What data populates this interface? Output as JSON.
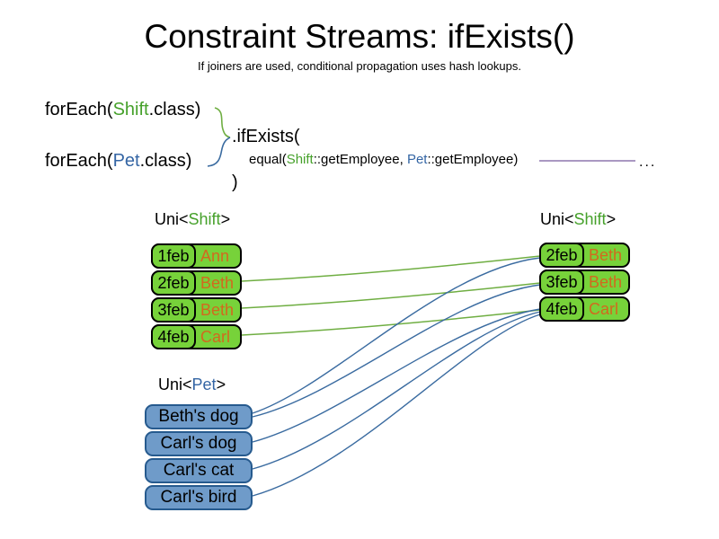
{
  "slide": {
    "title": "Constraint Streams: ifExists()",
    "subtitle": "If joiners are used, conditional propagation uses hash lookups."
  },
  "code": {
    "foreach_shift": {
      "prefix": "forEach(",
      "type": "Shift",
      "suffix": ".class)"
    },
    "foreach_pet": {
      "prefix": "forEach(",
      "type": "Pet",
      "suffix": ".class)"
    },
    "if_exists": ".ifExists(",
    "joiner": {
      "prefix": "equal(",
      "left_type": "Shift",
      "left_rest": "::getEmployee, ",
      "right_type": "Pet",
      "right_rest": "::getEmployee)"
    },
    "close_paren": ")",
    "ellipsis": "..."
  },
  "tables": {
    "left_shift": {
      "label": {
        "prefix": "Uni<",
        "type": "Shift",
        "suffix": ">"
      },
      "rows": [
        {
          "date": "1feb",
          "employee": "Ann"
        },
        {
          "date": "2feb",
          "employee": "Beth"
        },
        {
          "date": "3feb",
          "employee": "Beth"
        },
        {
          "date": "4feb",
          "employee": "Carl"
        }
      ]
    },
    "right_shift": {
      "label": {
        "prefix": "Uni<",
        "type": "Shift",
        "suffix": ">"
      },
      "rows": [
        {
          "date": "2feb",
          "employee": "Beth"
        },
        {
          "date": "3feb",
          "employee": "Beth"
        },
        {
          "date": "4feb",
          "employee": "Carl"
        }
      ]
    },
    "pets": {
      "label": {
        "prefix": "Uni<",
        "type": "Pet",
        "suffix": ">"
      },
      "rows": [
        "Beth's dog",
        "Carl's dog",
        "Carl's cat",
        "Carl's bird"
      ]
    }
  },
  "wires": {
    "green_shift_to_shift": [
      {
        "from": "2feb Beth",
        "to": "2feb Beth"
      },
      {
        "from": "3feb Beth",
        "to": "3feb Beth"
      },
      {
        "from": "4feb Carl",
        "to": "4feb Carl"
      }
    ],
    "blue_pet_to_shift": [
      {
        "from": "Beth's dog",
        "to": "2feb Beth"
      },
      {
        "from": "Beth's dog",
        "to": "3feb Beth"
      },
      {
        "from": "Carl's dog",
        "to": "4feb Carl"
      },
      {
        "from": "Carl's cat",
        "to": "4feb Carl"
      },
      {
        "from": "Carl's bird",
        "to": "4feb Carl"
      }
    ]
  },
  "colors": {
    "shift_green_fill": "#77d23a",
    "shift_type_green": "#46a12b",
    "employee_orange": "#d2691e",
    "pet_blue_fill": "#6f9bc9",
    "pet_border_blue": "#265a8e",
    "pet_type_blue": "#3465a4",
    "note_red": "#b22222",
    "green_wire": "#6fae42",
    "blue_wire": "#3a6ba0",
    "joiner_line_purple": "#8d77ae"
  }
}
